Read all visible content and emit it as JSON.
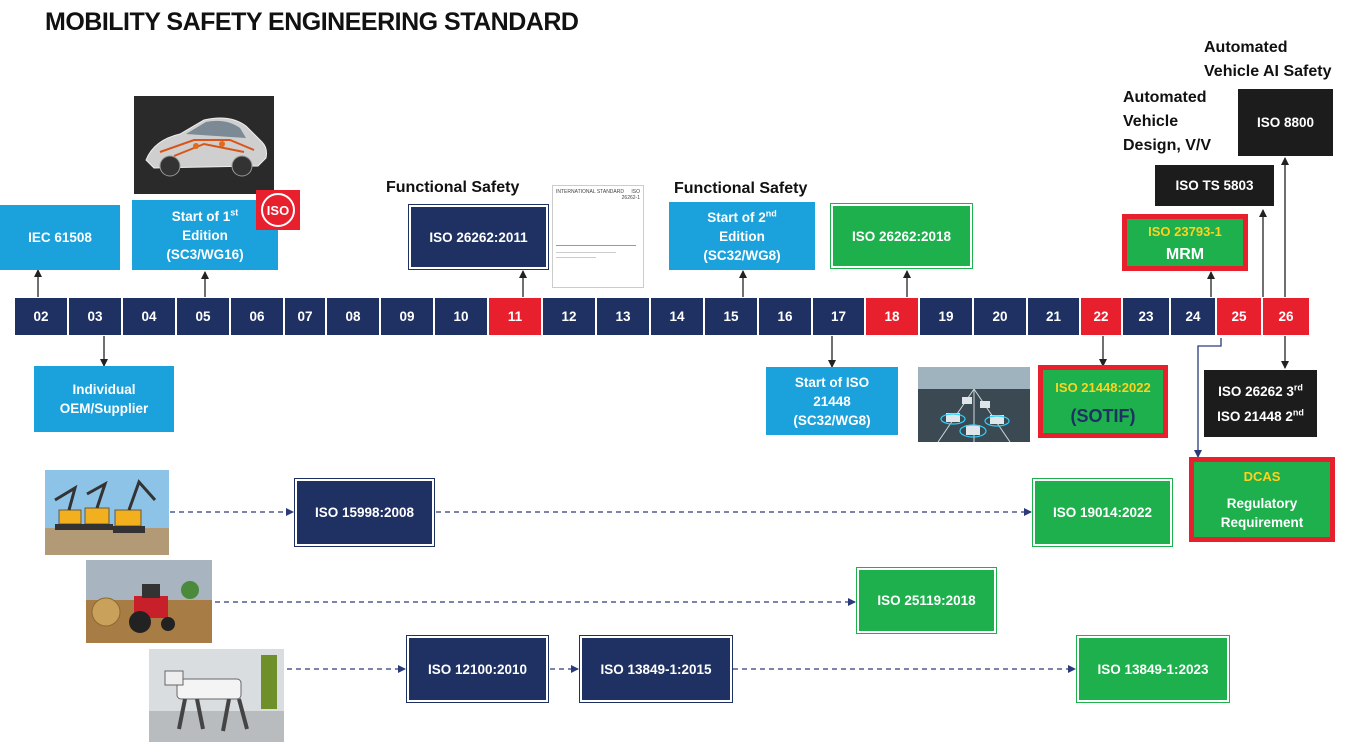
{
  "title": "MOBILITY SAFETY ENGINEERING STANDARD",
  "timeline": {
    "years": [
      "02",
      "03",
      "04",
      "05",
      "06",
      "07",
      "08",
      "09",
      "10",
      "11",
      "12",
      "13",
      "14",
      "15",
      "16",
      "17",
      "18",
      "19",
      "20",
      "21",
      "22",
      "23",
      "24",
      "25",
      "26"
    ],
    "highlighted": [
      "11",
      "18",
      "22",
      "25",
      "26"
    ]
  },
  "headings": {
    "fs1": "Functional Safety",
    "fs2": "Functional Safety",
    "avd1": "Automated",
    "avd2": "Vehicle",
    "avd3": "Design, V/V",
    "avai1": "Automated",
    "avai2": "Vehicle AI Safety"
  },
  "boxes": {
    "iec61508": "IEC 61508",
    "start1_a": "Start of 1",
    "start1_sup": "st",
    "start1_b": "Edition",
    "start1_c": "(SC3/WG16)",
    "iso_logo": "ISO",
    "iso26262_2011": "ISO 26262:2011",
    "start2_a": "Start of 2",
    "start2_sup": "nd",
    "start2_b": "Edition",
    "start2_c": "(SC32/WG8)",
    "iso26262_2018": "ISO 26262:2018",
    "iso23793": "ISO 23793-1",
    "mrm": "MRM",
    "isots5803": "ISO TS 5803",
    "iso8800": "ISO 8800",
    "individual_a": "Individual",
    "individual_b": "OEM/Supplier",
    "start21448_a": "Start of ISO",
    "start21448_b": "21448",
    "start21448_c": "(SC32/WG8)",
    "iso21448": "ISO 21448:2022",
    "sotif": "(SOTIF)",
    "iso26262_3rd": "ISO 26262 3",
    "iso26262_3rd_sup": "rd",
    "iso21448_2nd": "ISO 21448 2",
    "iso21448_2nd_sup": "nd",
    "dcas": "DCAS",
    "regulatory_a": "Regulatory",
    "regulatory_b": "Requirement",
    "iso15998": "ISO 15998:2008",
    "iso19014": "ISO 19014:2022",
    "iso25119": "ISO 25119:2018",
    "iso12100": "ISO 12100:2010",
    "iso13849_2015": "ISO 13849-1:2015",
    "iso13849_2023": "ISO 13849-1:2023"
  },
  "document_thumbnail": {
    "left": "INTERNATIONAL STANDARD",
    "right": "ISO",
    "number": "26262-1"
  },
  "colors": {
    "light_blue": "#1ba1dc",
    "dark_navy": "#1f3163",
    "green": "#1db04c",
    "red": "#e8202e",
    "black": "#1c1c1c",
    "yellow": "#ffd21f"
  }
}
